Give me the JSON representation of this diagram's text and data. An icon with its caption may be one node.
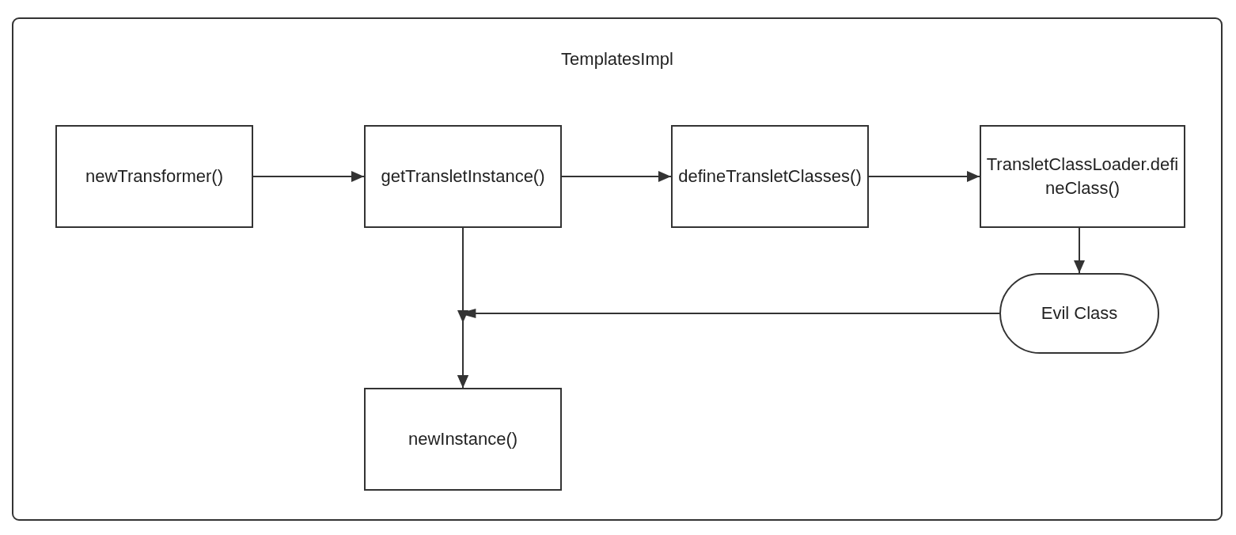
{
  "diagram": {
    "nodes": [
      {
        "text": [
          "TemplatesImpl"
        ]
      },
      {
        "text": [
          "newTransformer()"
        ],
        "in": 0
      },
      {
        "text": [
          "getTransletInstance()"
        ],
        "in": 0
      },
      {
        "text": [
          "defineTransletClasses()"
        ],
        "in": 0
      },
      {
        "text": [
          "TransletClassLoader.defineClass()"
        ],
        "in": 0
      },
      {
        "text": [
          "Evil Class"
        ],
        "in": 0
      },
      {
        "text": [
          "newInstance()"
        ],
        "in": 0
      }
    ],
    "edges": [
      {
        "from": 1,
        "to": 2,
        "arrow": "to"
      },
      {
        "from": 2,
        "to": 3,
        "arrow": "to"
      },
      {
        "from": 3,
        "to": 4,
        "arrow": "to"
      },
      {
        "from": 4,
        "to": 5,
        "arrow": "to"
      },
      {
        "from": 2,
        "to": 6,
        "arrow": "to"
      },
      {
        "from": 5,
        "to": 6,
        "arrow": "to"
      }
    ]
  }
}
